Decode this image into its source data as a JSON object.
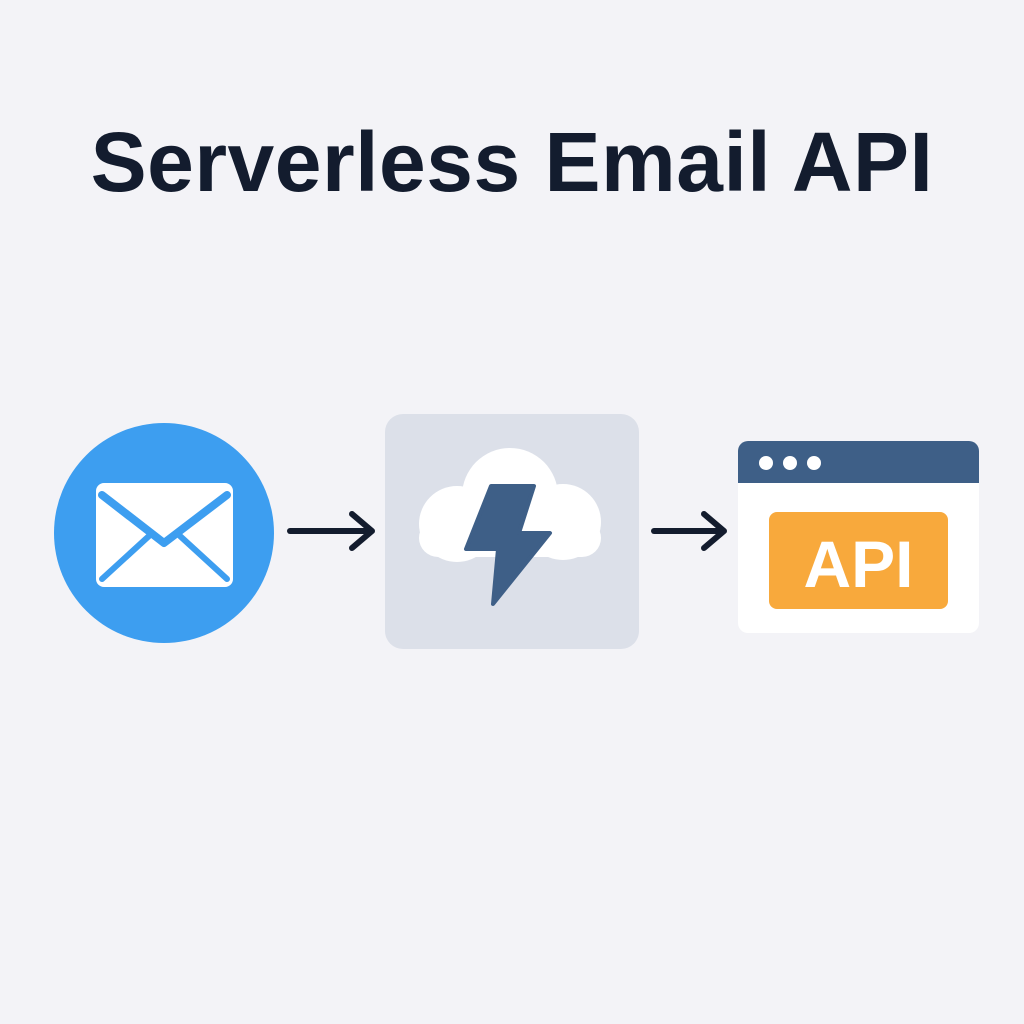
{
  "title": "Serverless Email API",
  "nodes": [
    {
      "id": "email",
      "icon": "envelope-icon",
      "color": "#3d9ef0"
    },
    {
      "id": "function",
      "icon": "cloud-lightning-icon",
      "color": "#dce0e9",
      "accent": "#3e5f87"
    },
    {
      "id": "api",
      "icon": "browser-window-icon",
      "label": "API",
      "header_color": "#3e5f87",
      "badge_color": "#f8a93c"
    }
  ],
  "edges": [
    {
      "from": "email",
      "to": "function"
    },
    {
      "from": "function",
      "to": "api"
    }
  ]
}
